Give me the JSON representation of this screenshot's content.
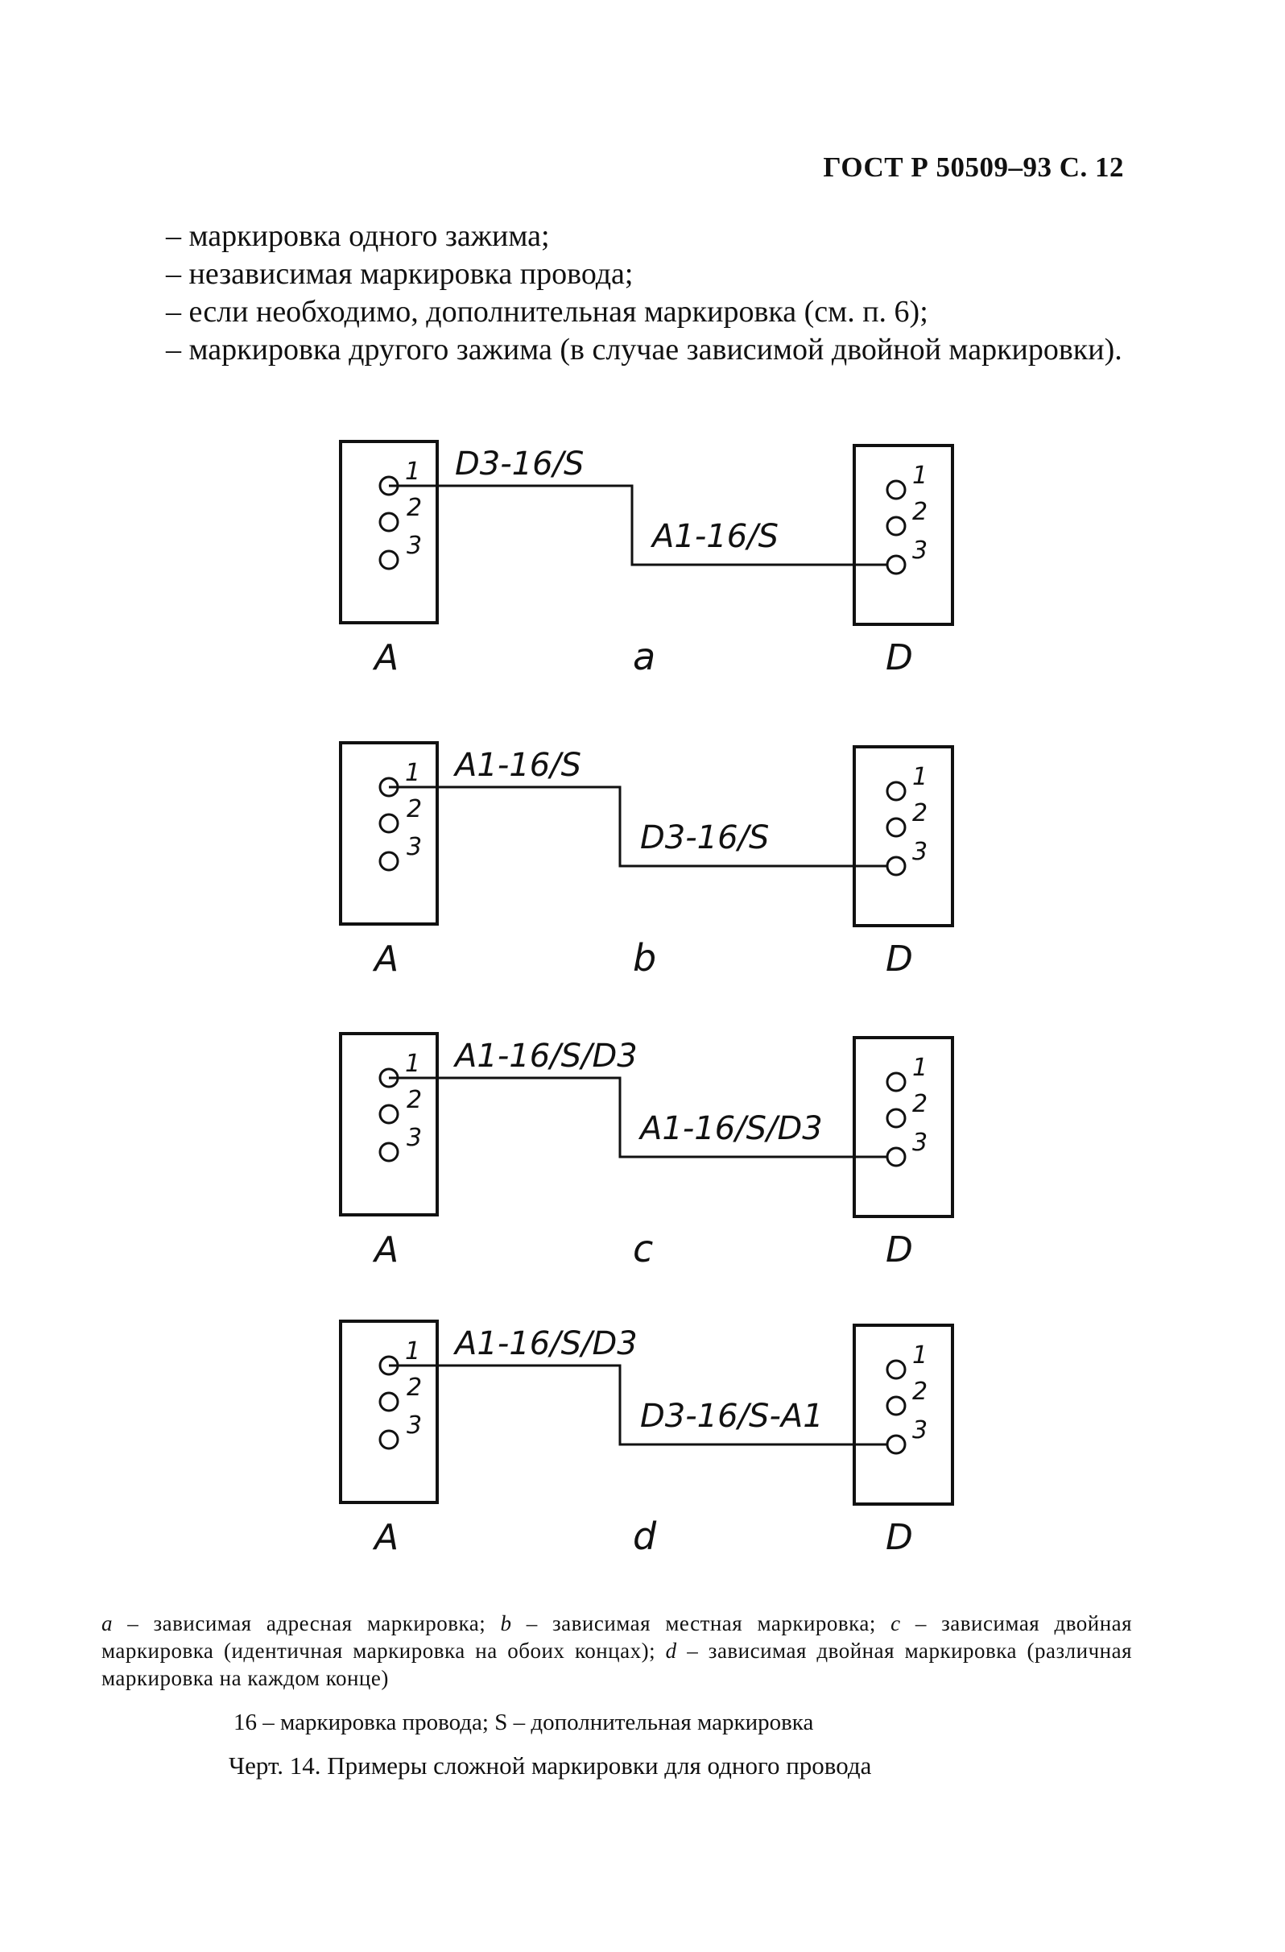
{
  "header": "ГОСТ Р 50509–93 С. 12",
  "list": [
    "– маркировка одного зажима;",
    "– независимая маркировка провода;",
    "– если необходимо, дополнительная маркировка (см. п. 6);",
    "– маркировка другого зажима (в случае зависимой двойной маркировки)."
  ],
  "diagrams": [
    {
      "letter": "a",
      "left_label": "D3-16/S",
      "right_label": "A1-16/S"
    },
    {
      "letter": "b",
      "left_label": "A1-16/S",
      "right_label": "D3-16/S"
    },
    {
      "letter": "c",
      "left_label": "A1-16/S/D3",
      "right_label": "A1-16/S/D3"
    },
    {
      "letter": "d",
      "left_label": "A1-16/S/D3",
      "right_label": "D3-16/S-A1"
    }
  ],
  "block_a": "A",
  "block_d": "D",
  "terminals": [
    "1",
    "2",
    "3"
  ],
  "caption": {
    "a_key": "a",
    "a_text": "– зависимая адресная маркировка;",
    "b_key": "b",
    "b_text": "– зависимая местная маркировка;",
    "c_key": "c",
    "c_text": "– зависимая двойная маркировка (идентичная маркировка на обоих концах);",
    "d_key": "d",
    "d_text": "– зависимая двойная маркировка (различная маркировка на каждом конце)"
  },
  "legend": "16 – маркировка провода; S – дополнительная маркировка",
  "figure_title": "Черт. 14. Примеры сложной маркировки для одного провода"
}
